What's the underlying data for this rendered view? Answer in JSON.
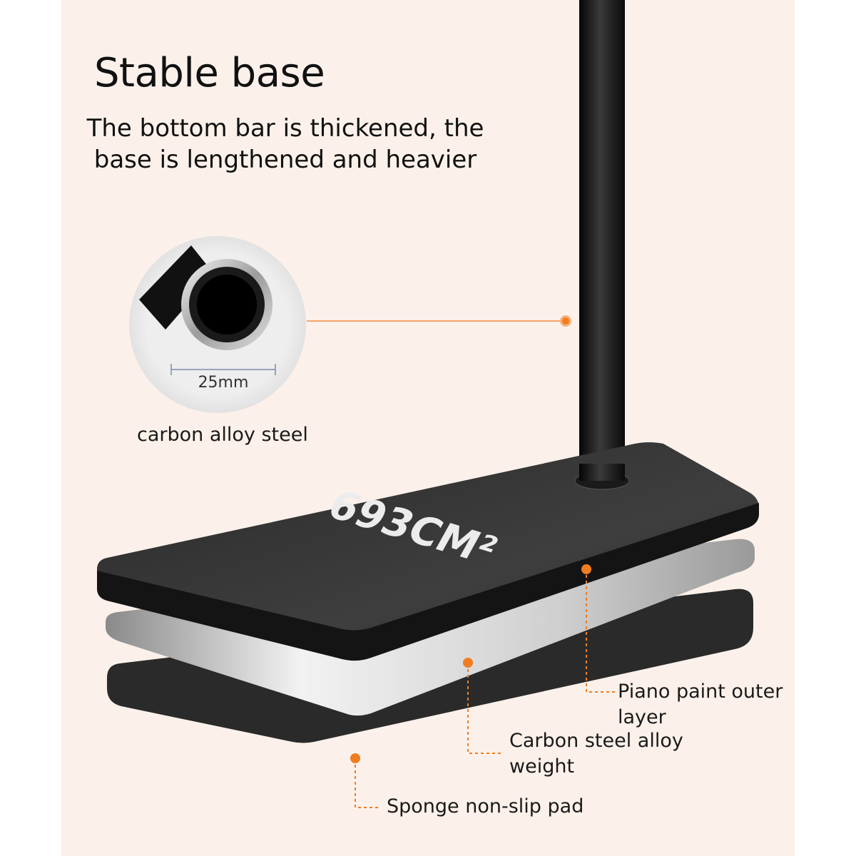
{
  "heading": {
    "title": "Stable base",
    "line1": "The bottom bar is thickened, the",
    "line2": "base is lengthened and heavier"
  },
  "tube_detail": {
    "diameter": "25mm",
    "caption": "carbon alloy steel"
  },
  "base": {
    "area_engraving": "693CM²"
  },
  "layers": [
    {
      "line1": "Piano paint outer",
      "line2": "layer"
    },
    {
      "line1": "Carbon steel alloy",
      "line2": "weight"
    },
    {
      "line1": "Sponge non-slip pad",
      "line2": ""
    }
  ],
  "colors": {
    "accent": "#f07d1f",
    "background": "#fbf1ea"
  }
}
